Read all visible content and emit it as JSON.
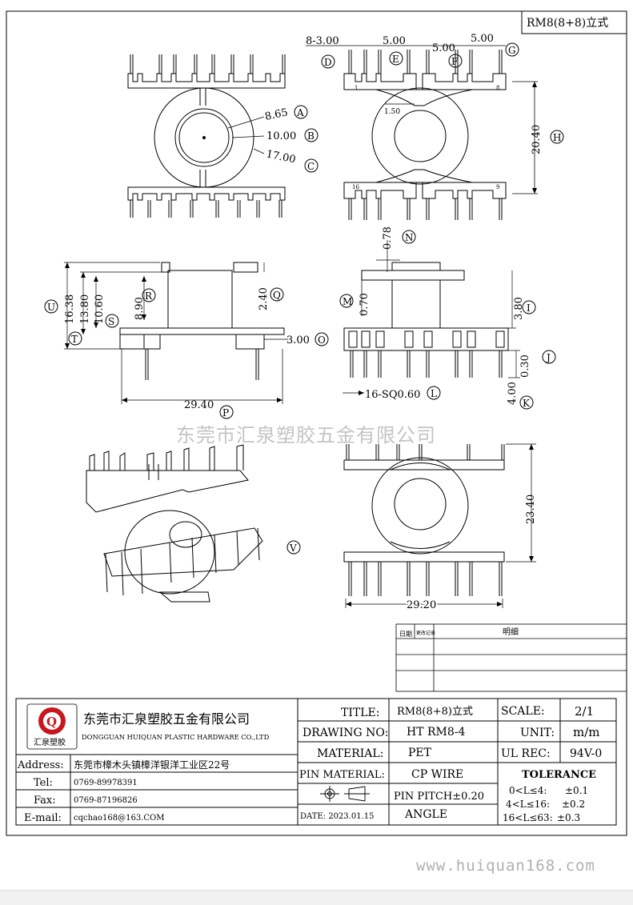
{
  "header": {
    "model_box": "RM8(8+8)立式"
  },
  "top_dims": {
    "d_pitch": "8-3.00",
    "d_label": "D",
    "e_pitch": "5.00",
    "e_label": "E",
    "f_pitch": "5.00",
    "f_label": "F",
    "g_pitch": "5.00",
    "g_label": "G",
    "h_dim": "20.40",
    "h_label": "H",
    "small_gap": "1.50",
    "pin1": "1",
    "pin8": "8",
    "pin9": "9",
    "pin16": "16"
  },
  "bore_dims": {
    "a_dim": "8.65",
    "a_label": "A",
    "b_dim": "10.00",
    "b_label": "B",
    "c_dim": "17.00",
    "c_label": "C"
  },
  "side_dims": {
    "u_dim": "16.38",
    "u_label": "U",
    "t_dim": "13.80",
    "t_label": "T",
    "s_dim": "10.60",
    "s_label": "S",
    "r_dim": "8.90",
    "r_label": "R",
    "q_dim": "2.40",
    "q_label": "Q",
    "o_dim": "3.00",
    "o_label": "O",
    "p_dim": "29.40",
    "p_label": "P"
  },
  "front_dims": {
    "n_dim": "0.78",
    "n_label": "N",
    "m_dim": "0.70",
    "m_label": "M",
    "i_dim": "3.80",
    "i_label": "I",
    "j_dim": "0.30",
    "j_label": "J",
    "k_dim": "4.00",
    "k_label": "K",
    "l_dim": "16-SQ0.60",
    "l_label": "L"
  },
  "bottom_dims": {
    "h2_dim": "23.40",
    "w2_dim": "29.20",
    "v_label": "V"
  },
  "watermark": "东莞市汇泉塑胶五金有限公司",
  "revision": {
    "date_col": "日期",
    "change_col": "更改记录",
    "detail_col": "明细"
  },
  "company": {
    "logo_letter": "Q",
    "logo_caption": "汇泉塑胶",
    "name_cn": "东莞市汇泉塑胶五金有限公司",
    "name_en": "DONGGUAN HUIQUAN PLASTIC HARDWARE CO.,LTD"
  },
  "contact": {
    "address_label": "Address:",
    "address_value": "东莞市樟木头镇樟洋银洋工业区22号",
    "tel_label": "Tel:",
    "tel_value": "0769-89978391",
    "fax_label": "Fax:",
    "fax_value": "0769-87196826",
    "email_label": "E-mail:",
    "email_value": "cqchao168@163.COM"
  },
  "title_block": {
    "title_label": "TITLE:",
    "title_value": "RM8(8+8)立式",
    "drawing_label": "DRAWING NO:",
    "drawing_value": "HT RM8-4",
    "material_label": "MATERIAL:",
    "material_value": "PET",
    "pin_material_label": "PIN MATERIAL:",
    "pin_material_value": "CP WIRE",
    "pin_pitch": "PIN PITCH±0.20",
    "date_text": "DATE: 2023.01.15",
    "angle_label": "ANGLE",
    "scale_label": "SCALE:",
    "scale_value": "2/1",
    "unit_label": "UNIT:",
    "unit_value": "m/m",
    "ul_label": "UL REC:",
    "ul_value": "94V-0",
    "tolerance_title": "TOLERANCE",
    "tol_1": "0<L≤4:",
    "tol_1v": "±0.1",
    "tol_2": "4<L≤16:",
    "tol_2v": "±0.2",
    "tol_3": "16<L≤63:",
    "tol_3v": "±0.3"
  },
  "website": "www.huiquan168.com"
}
